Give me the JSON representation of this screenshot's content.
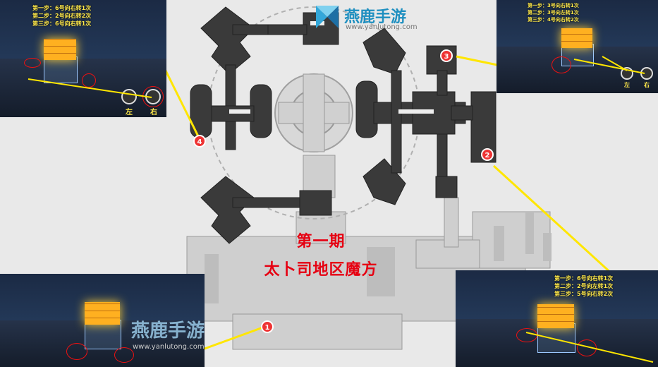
{
  "watermark": {
    "brand": "燕鹿手游",
    "url": "www.yanlutong.com"
  },
  "title": {
    "line1": "第一期",
    "line2": "太卜司地区魔方"
  },
  "pins": [
    {
      "label": "1"
    },
    {
      "label": "2"
    },
    {
      "label": "3"
    },
    {
      "label": "4"
    }
  ],
  "panel_top_left": {
    "steps": [
      "第一步：6号向右转1次",
      "第二步：2号向右转2次",
      "第三步：6号向右转1次"
    ],
    "left_label": "左",
    "right_label": "右"
  },
  "panel_top_right": {
    "steps": [
      "第一步：3号向右转1次",
      "第二步：3号向左转1次",
      "第三步：4号向右转2次"
    ],
    "left_label": "左",
    "right_label": "右"
  },
  "panel_bottom_right": {
    "steps": [
      "第一步：6号向右转1次",
      "第二步：2号向左转1次",
      "第三步：5号向右转2次"
    ]
  },
  "colors": {
    "accent_red": "#e60012",
    "pin_red": "#e33",
    "highlight_yellow": "#ffe94a",
    "map_dark": "#3a3a3a",
    "map_light": "#cfcfcf"
  }
}
